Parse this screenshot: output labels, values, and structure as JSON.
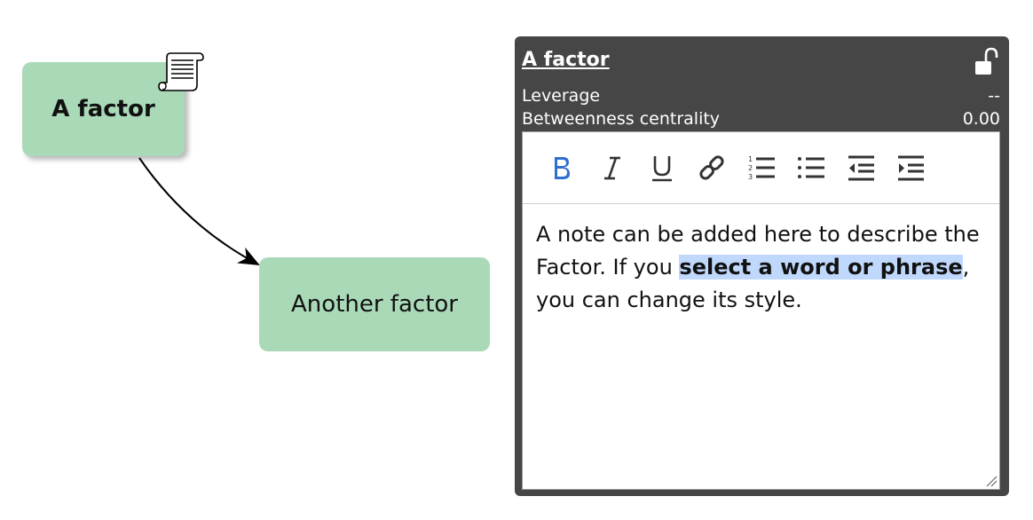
{
  "graph": {
    "nodes": [
      {
        "label": "A factor"
      },
      {
        "label": "Another factor"
      }
    ],
    "colors": {
      "node_fill": "#aad9b8",
      "edge": "#000000"
    },
    "icons": {
      "note": "scroll-note-icon"
    }
  },
  "panel": {
    "title": "A factor",
    "lock_icon": "unlocked-padlock-icon",
    "stats": [
      {
        "label": "Leverage",
        "value": "--"
      },
      {
        "label": "Betweenness centrality",
        "value": "0.00"
      }
    ],
    "toolbar": {
      "buttons": [
        "bold-icon",
        "italic-icon",
        "underline-icon",
        "link-icon",
        "ordered-list-icon",
        "bullet-list-icon",
        "outdent-icon",
        "indent-icon"
      ],
      "active_color": "#2f6fcf"
    },
    "note": {
      "text_before": "A note can be added here to describe the Factor.  If you ",
      "text_selected": "select a word or phrase",
      "text_after": ", you can change its style."
    },
    "colors": {
      "background": "#464646",
      "selection": "#bfd8fb"
    }
  }
}
